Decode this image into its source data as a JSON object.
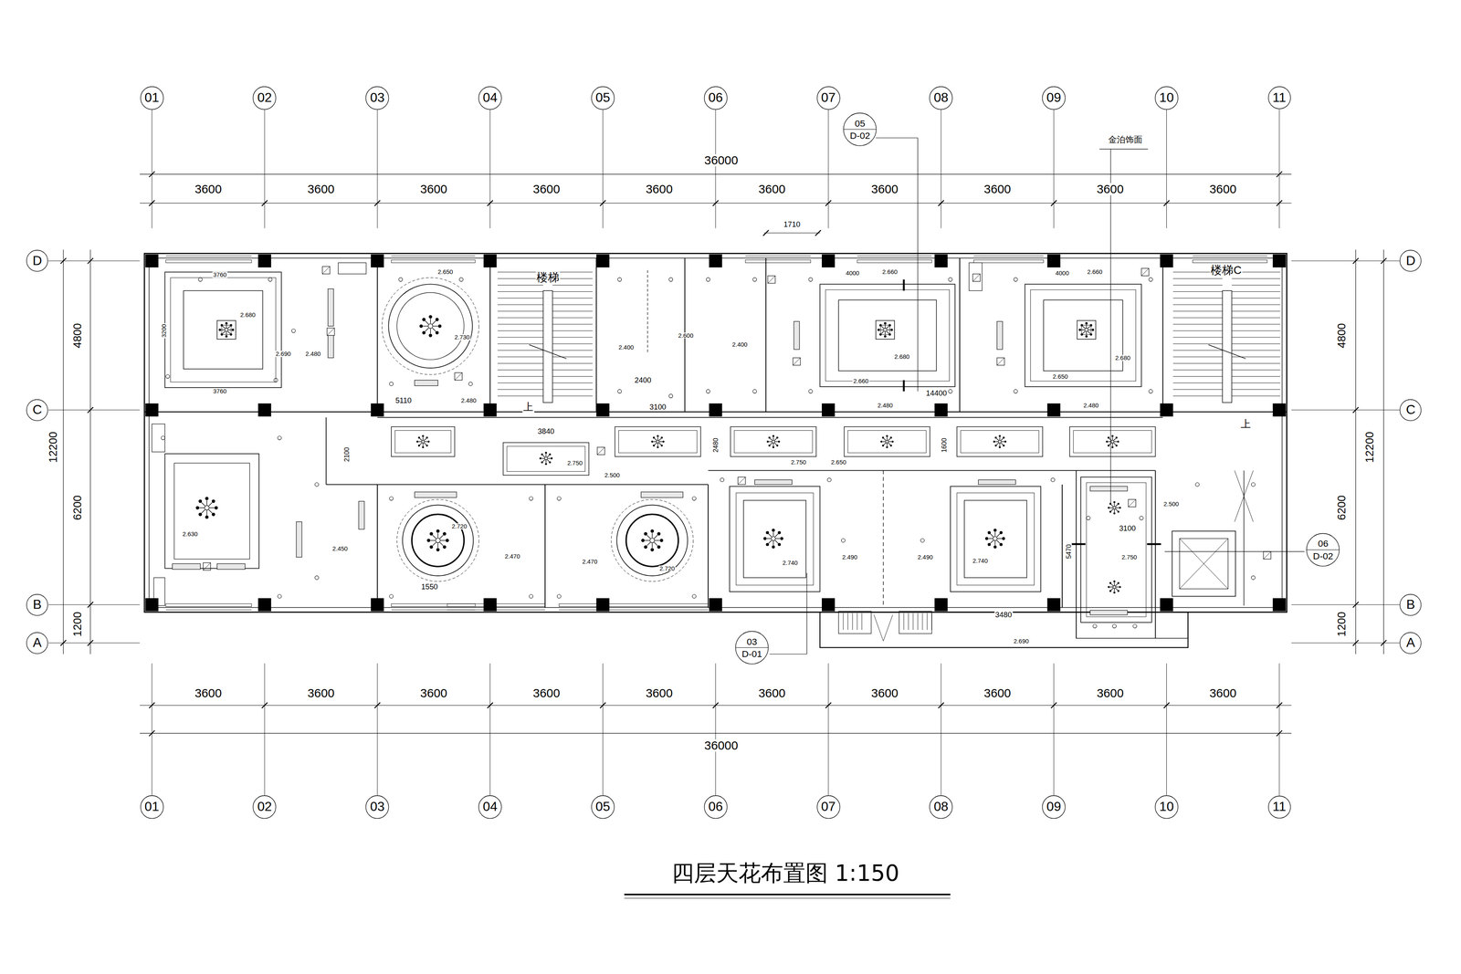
{
  "diagram": {
    "title": "四层天花布置图 1:150",
    "nodes": [
      {
        "text": [
          "01"
        ]
      },
      {
        "text": [
          "02"
        ]
      },
      {
        "text": [
          "03"
        ]
      },
      {
        "text": [
          "04"
        ]
      },
      {
        "text": [
          "05"
        ]
      },
      {
        "text": [
          "06"
        ]
      },
      {
        "text": [
          "07"
        ]
      },
      {
        "text": [
          "08"
        ]
      },
      {
        "text": [
          "09"
        ]
      },
      {
        "text": [
          "10"
        ]
      },
      {
        "text": [
          "11"
        ]
      },
      {
        "text": [
          "05",
          "D-02"
        ]
      },
      {
        "text": [
          "D"
        ]
      },
      {
        "text": [
          "D"
        ]
      },
      {
        "text": [
          "C"
        ]
      },
      {
        "text": [
          "C"
        ]
      },
      {
        "text": [
          "B"
        ]
      },
      {
        "text": [
          "06",
          "D-02"
        ]
      },
      {
        "text": [
          "B"
        ]
      },
      {
        "text": [
          "A"
        ]
      },
      {
        "text": [
          "A"
        ]
      },
      {
        "text": [
          "03",
          "D-01"
        ]
      },
      {
        "text": [
          "01"
        ]
      },
      {
        "text": [
          "02"
        ]
      },
      {
        "text": [
          "03"
        ]
      },
      {
        "text": [
          "04"
        ]
      },
      {
        "text": [
          "05"
        ]
      },
      {
        "text": [
          "06"
        ]
      },
      {
        "text": [
          "07"
        ]
      },
      {
        "text": [
          "08"
        ]
      },
      {
        "text": [
          "09"
        ]
      },
      {
        "text": [
          "10"
        ]
      },
      {
        "text": [
          "11"
        ]
      }
    ],
    "labels": [
      "36000",
      "3600",
      "3600",
      "3600",
      "3600",
      "3600",
      "3600",
      "3600",
      "3600",
      "3600",
      "3600",
      "1710",
      "金泊饰面",
      "3600",
      "3600",
      "3600",
      "3600",
      "3600",
      "3600",
      "3600",
      "3600",
      "3600",
      "3600",
      "36000",
      "4800",
      "12200",
      "6200",
      "1200",
      "4800",
      "12200",
      "6200",
      "1200",
      "楼梯",
      "楼梯C",
      "上",
      "上",
      "3760",
      "3200",
      "2.680",
      "2.690",
      "2.480",
      "3760",
      "2.650",
      "2.730",
      "5110",
      "2.480",
      "2.400",
      "2.600",
      "2.400",
      "2400",
      "3100",
      "3840",
      "4000",
      "2.660",
      "2.680",
      "2.660",
      "14400",
      "2.480",
      "4000",
      "2.660",
      "2.680",
      "2.650",
      "2.480",
      "2100",
      "2.750",
      "2.500",
      "2480",
      "2.750",
      "2.650",
      "1600",
      "2.630",
      "2.450",
      "2.720",
      "2.470",
      "1550",
      "2.470",
      "2.720",
      "2.740",
      "2.490",
      "2.490",
      "2.740",
      "3100",
      "2.750",
      "5470",
      "2.500",
      "3480",
      "2.690"
    ]
  }
}
